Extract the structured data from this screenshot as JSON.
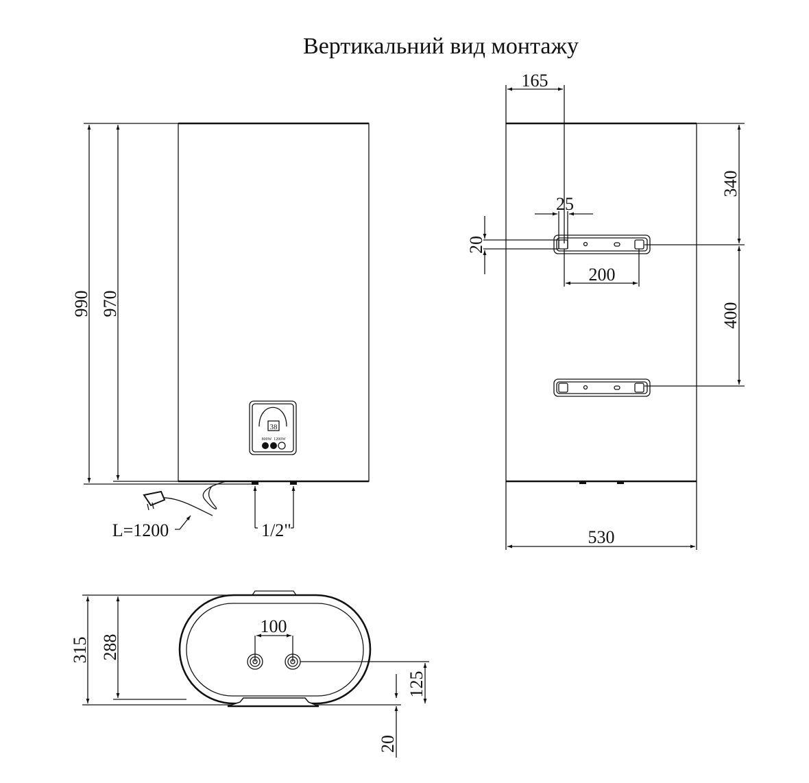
{
  "title": "Вертикальний вид монтажу",
  "front_view": {
    "height_total": "990",
    "height_body": "970",
    "cable_length": "L=1200",
    "pipe_thread": "1/2\"",
    "panel": {
      "display": "38",
      "power_left": "800W",
      "power_right": "1200W"
    }
  },
  "back_view": {
    "offset_left": "165",
    "bracket_slot_width": "25",
    "bracket_slot_height": "20",
    "bracket_hole_spacing": "200",
    "top_to_bracket": "340",
    "bracket_spacing": "400",
    "width": "530"
  },
  "bottom_view": {
    "depth_total": "315",
    "depth_body": "288",
    "pipe_spacing": "100",
    "pipe_height": "125",
    "bracket_gap": "20"
  },
  "colors": {
    "line": "#111111",
    "background": "#ffffff"
  }
}
